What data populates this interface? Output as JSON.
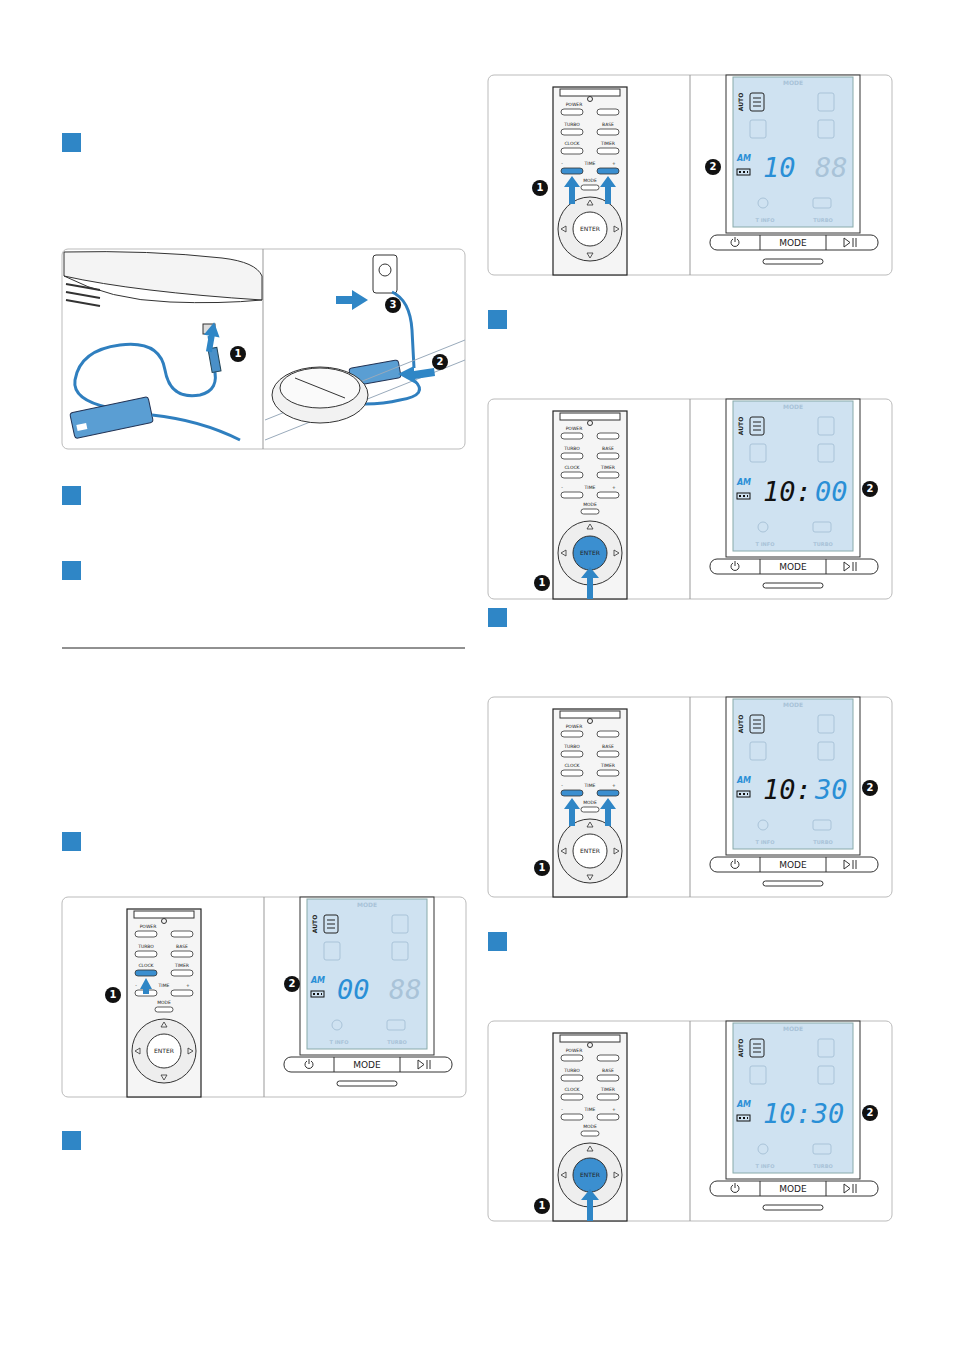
{
  "diagram": {
    "labels": [
      "1",
      "2",
      "3",
      "1",
      "2",
      "POWER",
      "TURBO",
      "BASE",
      "CLOCK",
      "TIMER",
      "-",
      "TIME",
      "+",
      "MODE",
      "ENTER",
      "MODE",
      "AUTO",
      "AM",
      "00",
      "88",
      "T INFO",
      "TURBO",
      "MODE",
      "1",
      "2",
      "POWER",
      "TURBO",
      "BASE",
      "CLOCK",
      "TIMER",
      "-",
      "TIME",
      "+",
      "MODE",
      "ENTER",
      "MODE",
      "AUTO",
      "AM",
      "10",
      "88",
      "T INFO",
      "TURBO",
      "MODE",
      "1",
      "2",
      "POWER",
      "TURBO",
      "BASE",
      "CLOCK",
      "TIMER",
      "-",
      "TIME",
      "+",
      "MODE",
      "ENTER",
      "MODE",
      "AUTO",
      "AM",
      "10:",
      "00",
      "T INFO",
      "TURBO",
      "MODE",
      "1",
      "2",
      "POWER",
      "TURBO",
      "BASE",
      "CLOCK",
      "TIMER",
      "-",
      "TIME",
      "+",
      "MODE",
      "ENTER",
      "MODE",
      "AUTO",
      "AM",
      "10:",
      "30",
      "T INFO",
      "TURBO",
      "MODE",
      "1",
      "2",
      "POWER",
      "TURBO",
      "BASE",
      "CLOCK",
      "TIMER",
      "-",
      "TIME",
      "+",
      "MODE",
      "ENTER",
      "MODE",
      "AUTO",
      "AM",
      "10:30",
      "T INFO",
      "TURBO",
      "MODE"
    ]
  }
}
